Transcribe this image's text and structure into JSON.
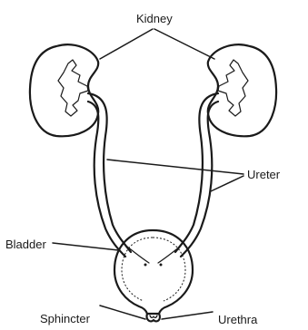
{
  "labels": {
    "kidney": "Kidney",
    "ureter": "Ureter",
    "bladder": "Bladder",
    "sphincter": "Sphincter",
    "urethra": "Urethra"
  }
}
